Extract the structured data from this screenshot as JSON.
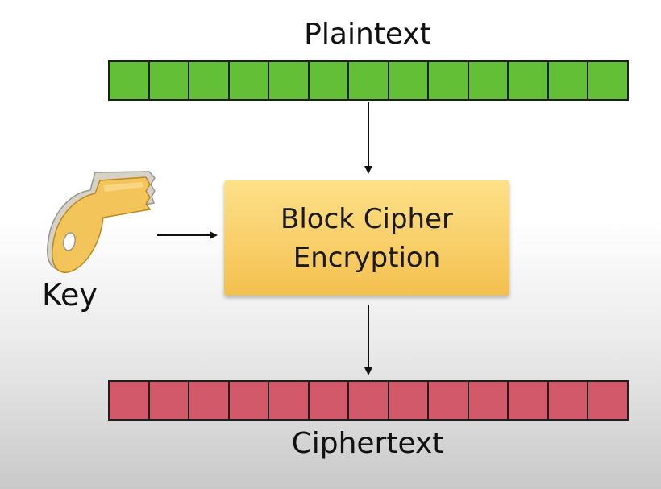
{
  "diagram": {
    "plaintext_label": "Plaintext",
    "ciphertext_label": "Ciphertext",
    "key_label": "Key",
    "cipher_box": {
      "line1": "Block Cipher",
      "line2": "Encryption"
    },
    "block_count": 13
  },
  "colors": {
    "plaintext_block": "#63bf36",
    "ciphertext_block": "#d2596a",
    "cipher_box_top": "#fde18a",
    "cipher_box_bottom": "#f3c04f",
    "key_fill": "#f2c45a",
    "arrow": "#111111"
  },
  "icons": {
    "key": "key-icon"
  }
}
